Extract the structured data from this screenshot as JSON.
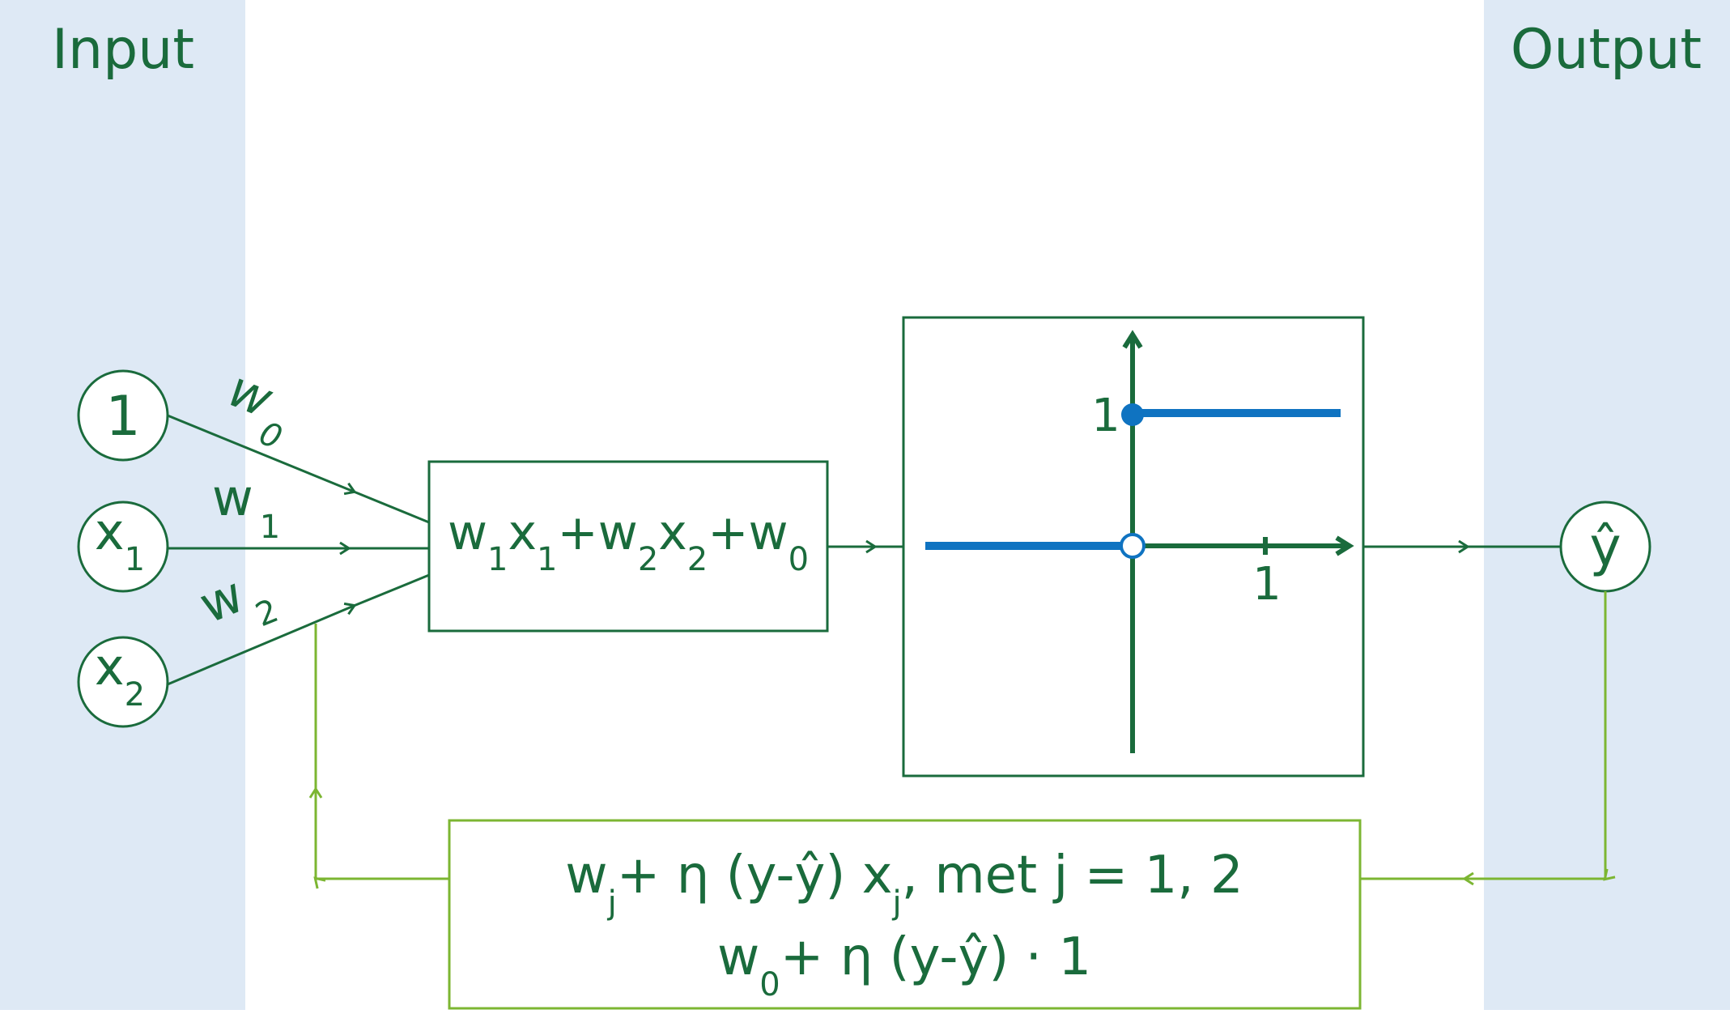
{
  "colors": {
    "band": "#dee9f5",
    "dark_green": "#1a6b3c",
    "light_green": "#7cb632",
    "blue": "#0f73c1"
  },
  "input_panel": {
    "title": "Input"
  },
  "output_panel": {
    "title": "Output"
  },
  "input_nodes": {
    "bias": {
      "label": "1"
    },
    "x1": {
      "base": "x",
      "sub": "1"
    },
    "x2": {
      "base": "x",
      "sub": "2"
    }
  },
  "weights": {
    "w0": {
      "base": "w",
      "sub": "0"
    },
    "w1": {
      "base": "w",
      "sub": "1"
    },
    "w2": {
      "base": "w",
      "sub": "2"
    }
  },
  "sum_box": {
    "terms": [
      "w",
      "1",
      "x",
      "1",
      "+w",
      "2",
      "x",
      "2",
      "+w",
      "0"
    ]
  },
  "step_plot": {
    "y_tick_label": "1",
    "x_tick_label": "1",
    "x_value": 1,
    "y_level_high": 1,
    "y_level_low": 0
  },
  "output_node": {
    "label": "ŷ"
  },
  "update_rule": {
    "line1": [
      "w",
      "j",
      "+ η (y-ŷ) x",
      "j",
      ", met j = 1, 2"
    ],
    "line2": [
      "w",
      "0",
      "+ η (y-ŷ) · 1"
    ]
  }
}
